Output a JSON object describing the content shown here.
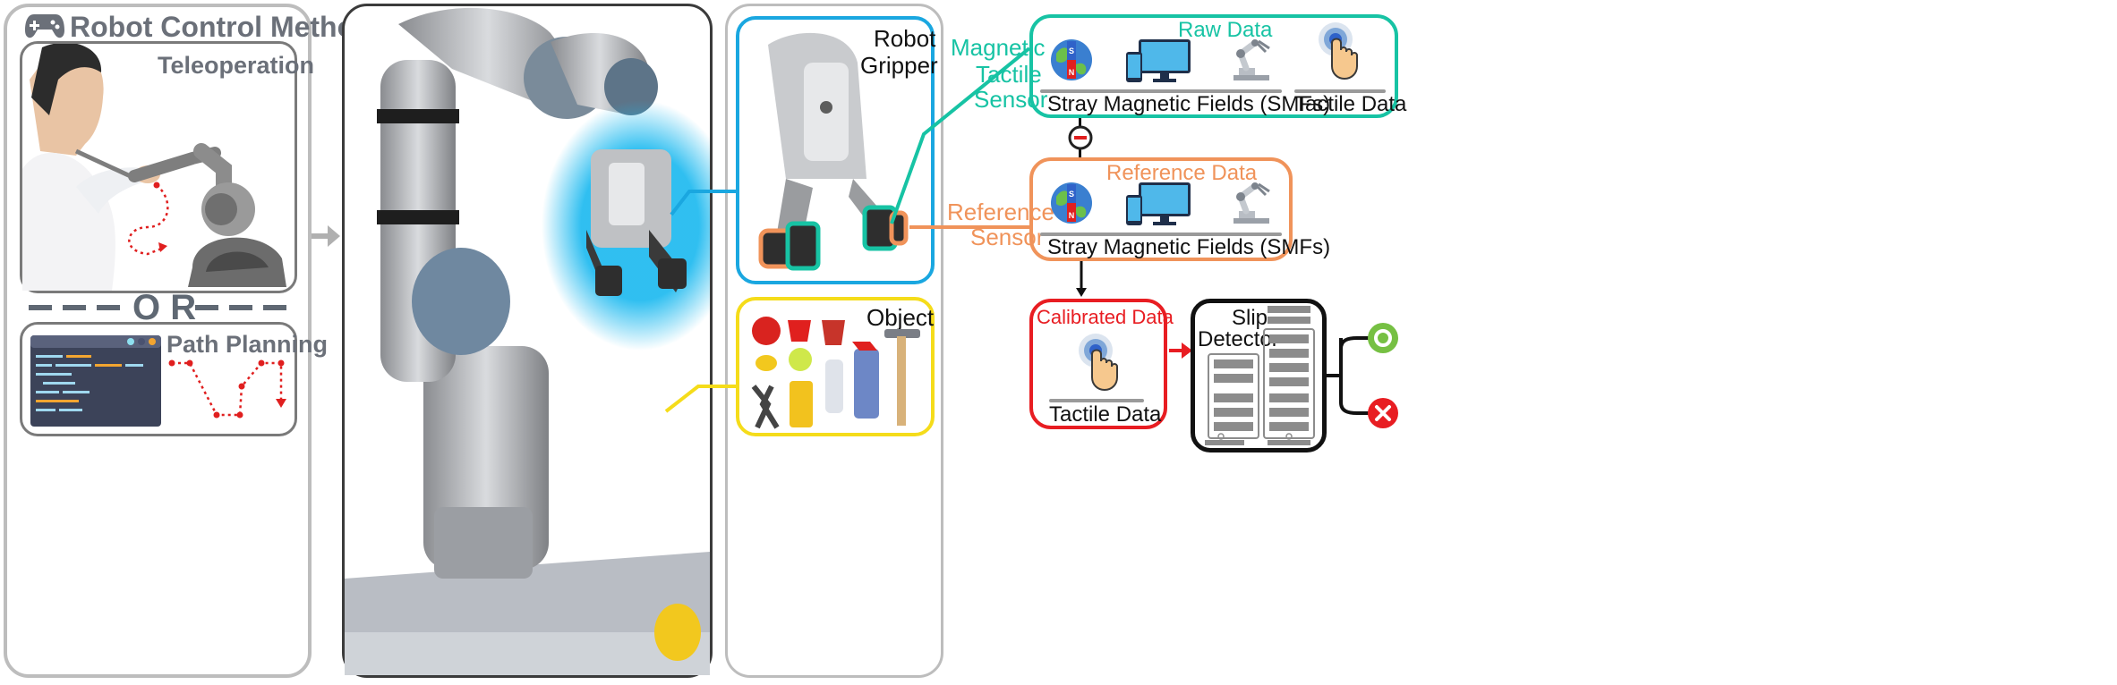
{
  "control_methods": {
    "title": "Robot Control Methods",
    "teleoperation_label": "Teleoperation",
    "or_label": "O R",
    "path_planning_label": "Path Planning"
  },
  "gripper_panel": {
    "label_line1": "Robot",
    "label_line2": "Gripper"
  },
  "object_panel": {
    "label": "Object"
  },
  "magnetic_sensor": {
    "line1": "Magnetic",
    "line2": "Tactile",
    "line3": "Sensor"
  },
  "reference_sensor": {
    "line1": "Reference",
    "line2": "Sensor"
  },
  "raw_data": {
    "title": "Raw Data",
    "smf_label": "Stray Magnetic Fields (SMFs)",
    "tactile_label": "Tactile Data"
  },
  "reference_data": {
    "title": "Reference Data",
    "smf_label": "Stray Magnetic Fields (SMFs)"
  },
  "calibrated_data": {
    "title": "Calibrated Data",
    "tactile_label": "Tactile Data"
  },
  "slip_detector": {
    "line1": "Slip",
    "line2": "Detector"
  },
  "colors": {
    "teal": "#17c3a4",
    "orange": "#f0935a",
    "blue": "#1aa7e0",
    "yellow": "#f5dc1a",
    "red": "#e81d22",
    "green": "#76c043",
    "gray_frame": "#b5b5b5"
  }
}
